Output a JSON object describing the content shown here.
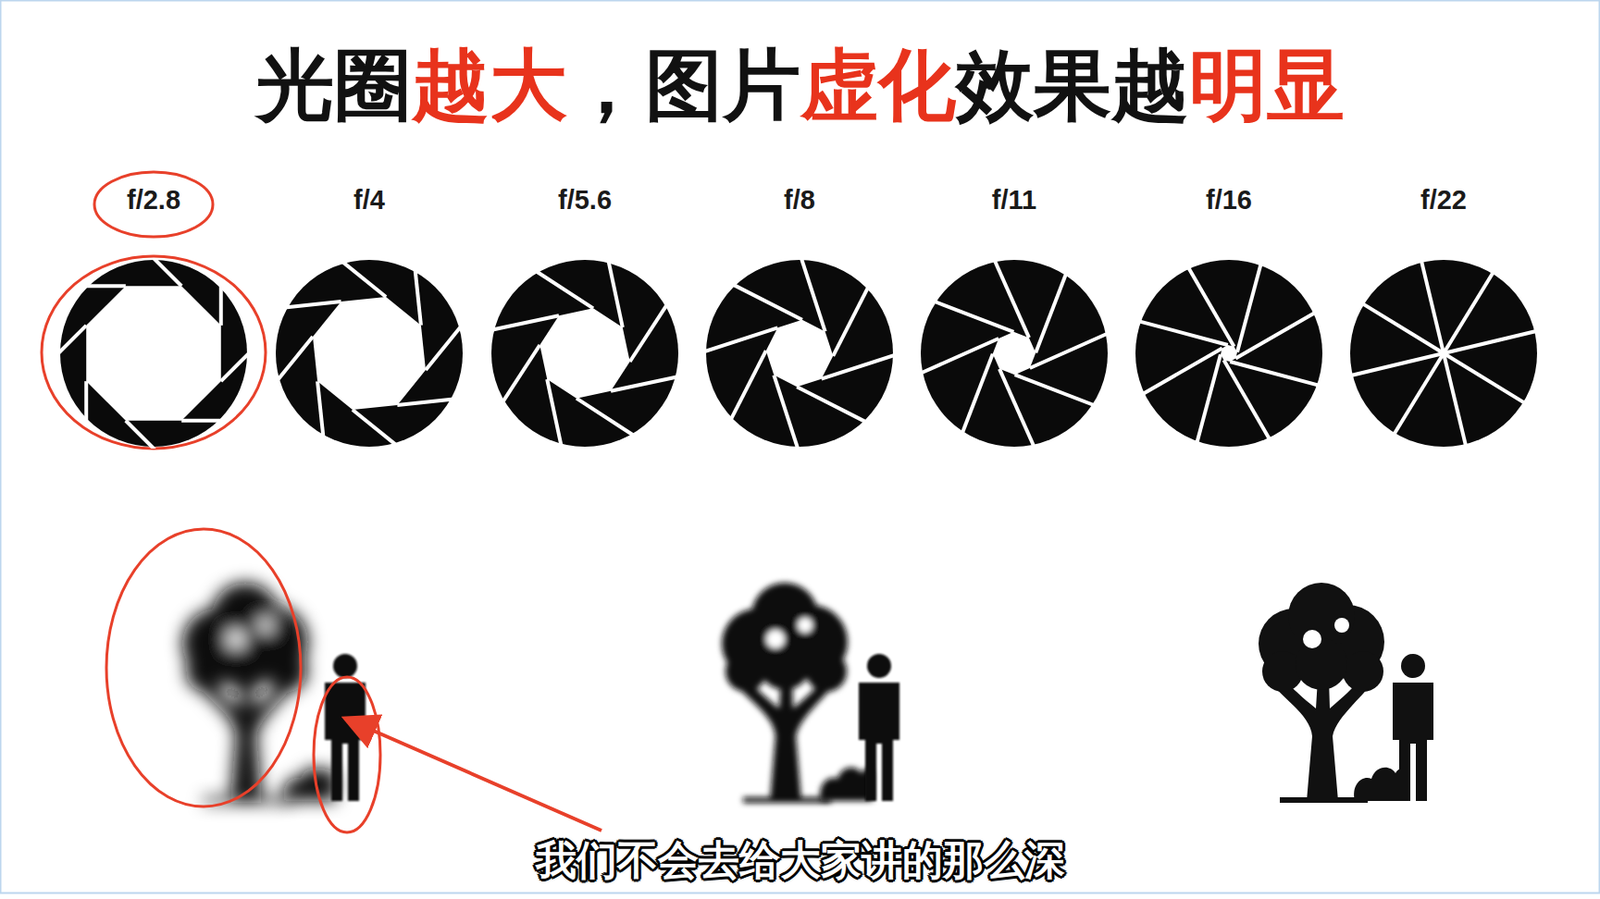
{
  "diagram": {
    "title": "光圈越大，图片虚化效果越明显",
    "nodes": [
      {
        "text": [
          "f/2.8"
        ]
      },
      {
        "text": [
          "f/4"
        ]
      },
      {
        "text": [
          "f/5.6"
        ]
      },
      {
        "text": [
          "f/8"
        ]
      },
      {
        "text": [
          "f/11"
        ]
      },
      {
        "text": [
          "f/16"
        ]
      },
      {
        "text": [
          "f/22"
        ]
      }
    ],
    "labels": [
      "我们不会去给大家讲的那么深"
    ]
  }
}
